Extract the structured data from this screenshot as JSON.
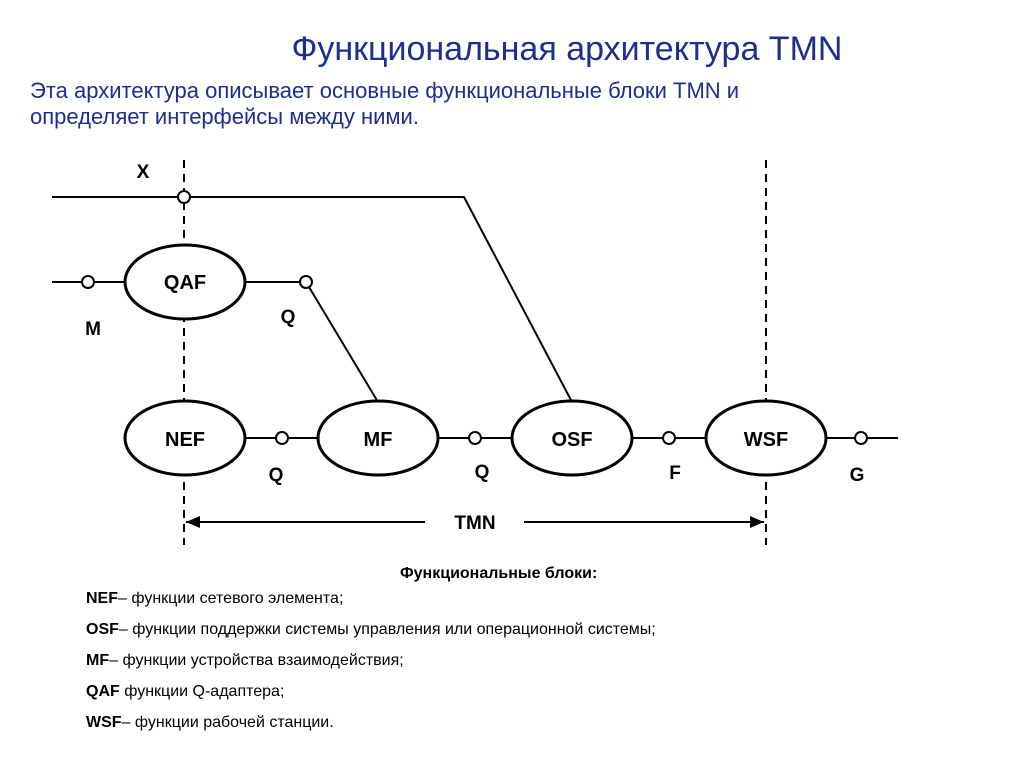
{
  "title": "Функциональная архитектура TMN",
  "subtitle_line1": "Эта архитектура описывает основные функциональные блоки TMN и",
  "subtitle_line2": "определяет интерфейсы между ними.",
  "blocks": {
    "qaf": "QAF",
    "nef": "NEF",
    "mf": "MF",
    "osf": "OSF",
    "wsf": "WSF"
  },
  "interfaces": {
    "x": "X",
    "m": "M",
    "q_top": "Q",
    "q1": "Q",
    "q2": "Q",
    "f": "F",
    "g": "G"
  },
  "boundary_label": "TMN",
  "legend": {
    "heading": "Функциональные блоки:",
    "items": [
      {
        "abbr": "NEF",
        "text": "– функции сетевого элемента;"
      },
      {
        "abbr": "OSF",
        "text": "– функции поддержки системы управления или операционной системы;"
      },
      {
        "abbr": "MF",
        "text": "– функции устройства взаимодействия;"
      },
      {
        "abbr": "QAF",
        "text": " функции Q-адаптера;"
      },
      {
        "abbr": "WSF",
        "text": "– функции рабочей станции."
      }
    ]
  }
}
